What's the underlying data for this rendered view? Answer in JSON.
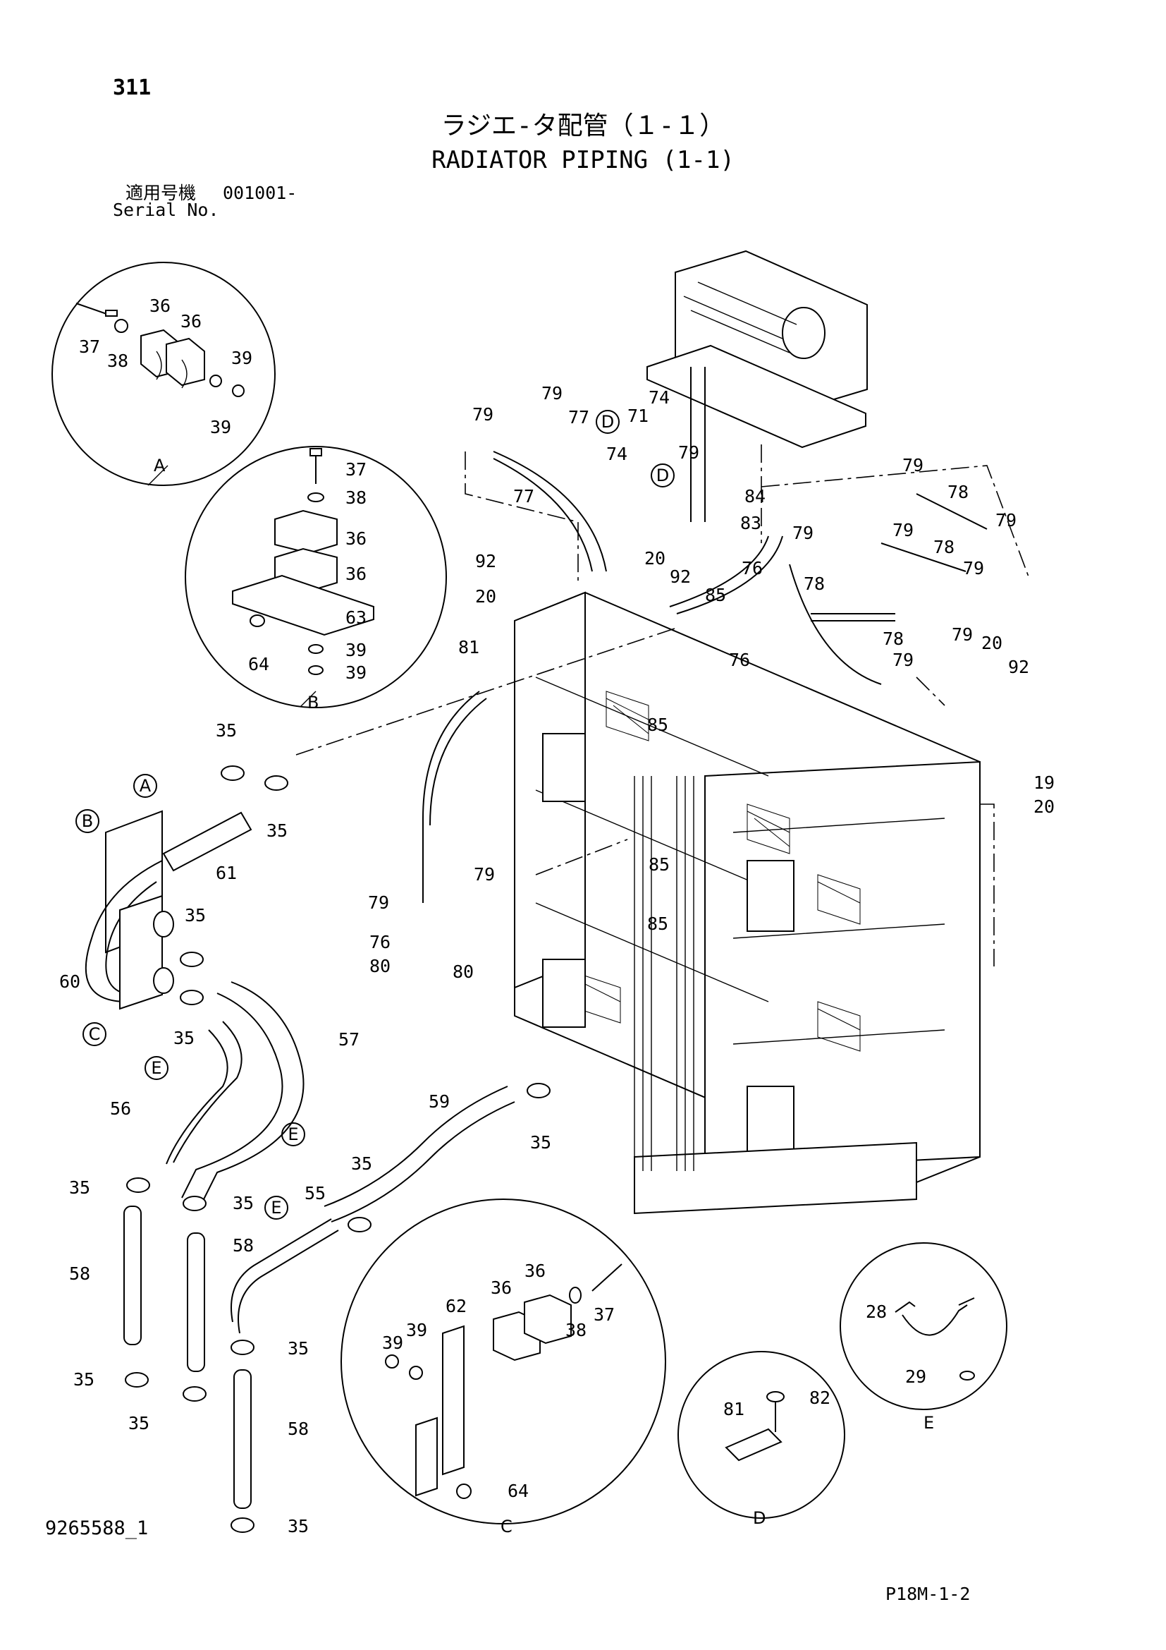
{
  "page_number": "311",
  "title_jp": "ラジエ-タ配管（１-１）",
  "title_en": "RADIATOR PIPING (1-1)",
  "serial_label_jp": "適用号機",
  "serial_value": "001001-",
  "serial_label_en": "Serial No.",
  "doc_number": "9265588_1",
  "ref_code": "P18M-1-2",
  "detail_circles": [
    {
      "id": "A",
      "label": "A"
    },
    {
      "id": "B",
      "label": "B"
    },
    {
      "id": "C",
      "label": "C"
    },
    {
      "id": "D",
      "label": "D"
    },
    {
      "id": "E",
      "label": "E"
    }
  ],
  "balloon_refs": {
    "A": "A",
    "B": "B",
    "C": "C",
    "D1": "D",
    "D2": "D",
    "E1": "E",
    "E2": "E",
    "E3": "E"
  },
  "callouts": {
    "a37": "37",
    "a38": "38",
    "a36a": "36",
    "a36b": "36",
    "a39a": "39",
    "a39b": "39",
    "b37": "37",
    "b38": "38",
    "b36a": "36",
    "b36b": "36",
    "b63": "63",
    "b64": "64",
    "b39a": "39",
    "b39b": "39",
    "c62": "62",
    "c36a": "36",
    "c36b": "36",
    "c38": "38",
    "c37": "37",
    "c39a": "39",
    "c39b": "39",
    "c64": "64",
    "d81": "81",
    "d82": "82",
    "e28": "28",
    "e29": "29",
    "m79a": "79",
    "m79b": "79",
    "m77a": "77",
    "m77b": "77",
    "m71": "71",
    "m74a": "74",
    "m74b": "74",
    "m79c": "79",
    "m84": "84",
    "m83": "83",
    "m79d": "79",
    "m79e": "79",
    "m78a": "78",
    "m79f": "79",
    "m78b": "78",
    "m79g": "79",
    "m79h": "79",
    "m92a": "92",
    "m20a": "20",
    "m20b": "20",
    "m92b": "92",
    "m85a": "85",
    "m76a": "76",
    "m78c": "78",
    "m79i": "79",
    "m81": "81",
    "m76b": "76",
    "m78d": "78",
    "m79j": "79",
    "m20c": "20",
    "m92c": "92",
    "m85b": "85",
    "m19": "19",
    "m20d": "20",
    "m85c": "85",
    "m85d": "85",
    "m79k": "79",
    "m79l": "79",
    "m76c": "76",
    "m80a": "80",
    "m80b": "80",
    "p35a": "35",
    "p35b": "35",
    "p61": "61",
    "p60": "60",
    "p35c": "35",
    "p35d": "35",
    "p57": "57",
    "p56": "56",
    "p35e": "35",
    "p35f": "35",
    "p58a": "58",
    "p58b": "58",
    "p35g": "35",
    "p35h": "35",
    "p35i": "35",
    "p58c": "58",
    "p35j": "35",
    "p55": "55",
    "p35k": "35",
    "p59": "59",
    "p35l": "35"
  }
}
